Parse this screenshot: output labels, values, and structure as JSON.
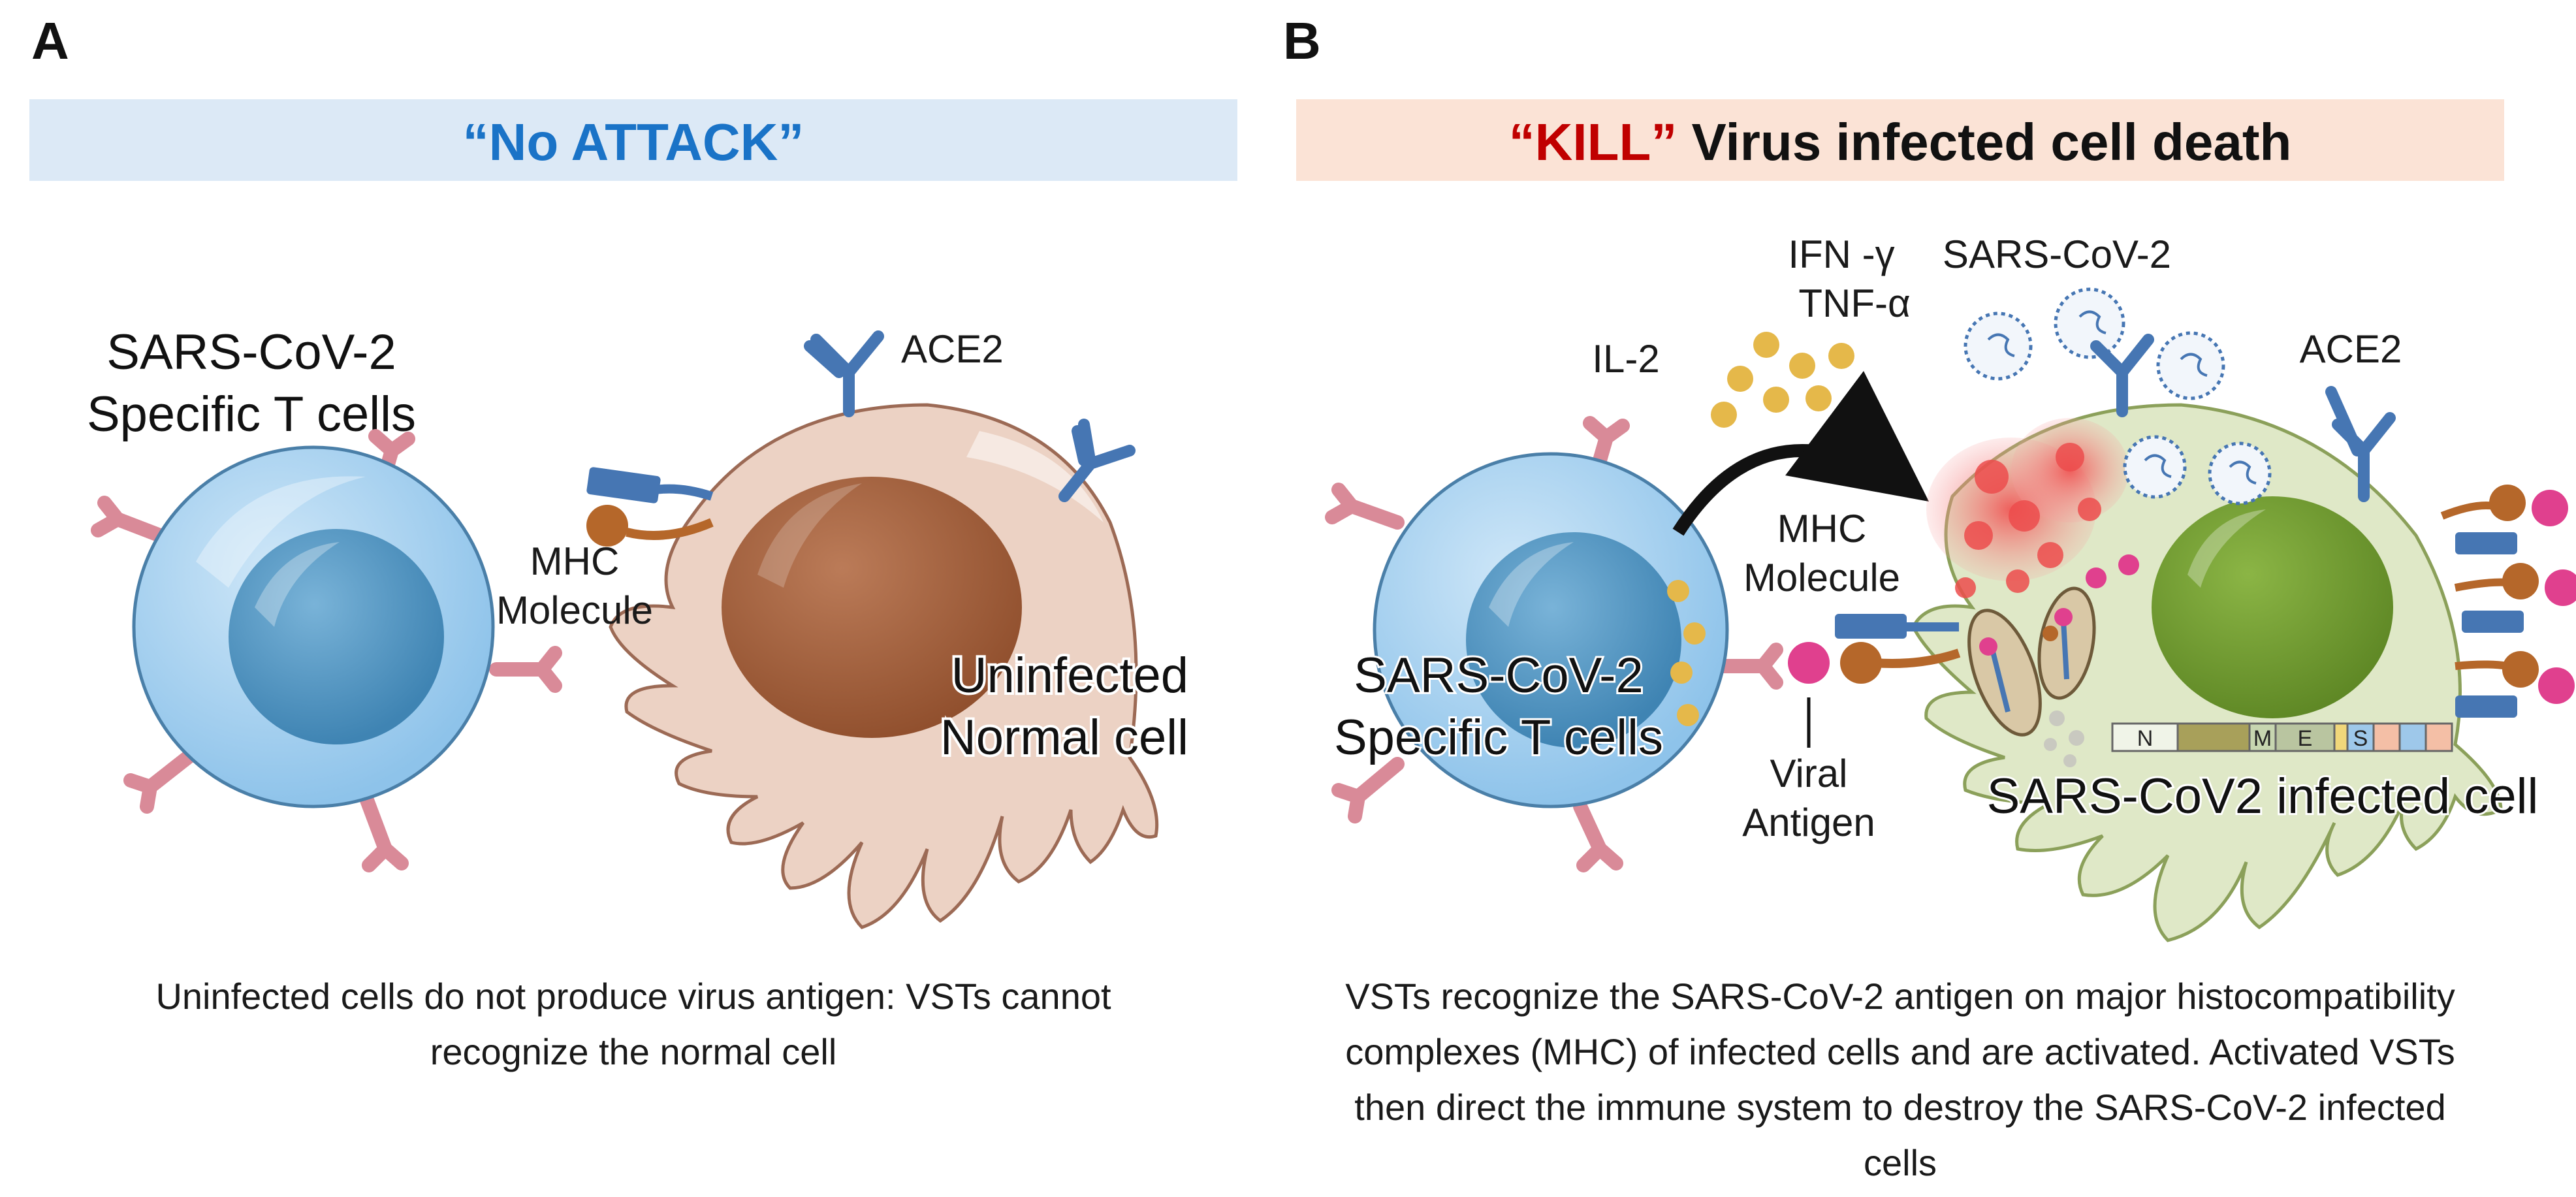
{
  "panel_a": {
    "letter": "A",
    "banner": "“No ATTACK”",
    "tcell_label": [
      "SARS-CoV-2",
      "Specific T cells"
    ],
    "ace2": "ACE2",
    "mhc": [
      "MHC",
      "Molecule"
    ],
    "cell_label": [
      "Uninfected",
      "Normal cell"
    ],
    "caption": [
      "Uninfected cells do not produce virus antigen: VSTs cannot",
      "recognize the normal cell"
    ]
  },
  "panel_b": {
    "letter": "B",
    "banner_kill": "“KILL”",
    "banner_rest": " Virus infected cell death",
    "il2": "IL-2",
    "cytokines": [
      "IFN -γ",
      "TNF-α"
    ],
    "virus": "SARS-CoV-2",
    "ace2": "ACE2",
    "mhc": [
      "MHC",
      "Molecule"
    ],
    "tcell_label": [
      "SARS-CoV-2",
      "Specific T cells"
    ],
    "antigen": [
      "Viral",
      "Antigen"
    ],
    "genome": [
      "N",
      "M",
      "E",
      "S"
    ],
    "cell_label": "SARS-CoV2 infected cell",
    "caption": [
      "VSTs recognize the SARS-CoV-2 antigen on major histocompatibility",
      "complexes (MHC) of infected cells and are activated. Activated VSTs",
      "then direct the immune system to destroy the SARS-CoV-2 infected",
      "cells"
    ]
  },
  "colors": {
    "banner_a_bg": "#dce9f6",
    "banner_a_text": "#1a73c7",
    "banner_b_bg": "#fbe3d6",
    "banner_b_kill": "#c00000",
    "tcell": "#aad2ef",
    "tcell_nucleus": "#4f93bf",
    "normal_cell": "#ecd2c4",
    "normal_nucleus": "#a5603c",
    "infected_cell": "#dfe8c7",
    "infected_nucleus": "#6f9a2f",
    "ace2": "#4676b3",
    "mhc_ball": "#b5672a",
    "antigen": "#e0408e",
    "cytokine": "#e5b84a",
    "receptor": "#d98a98"
  }
}
